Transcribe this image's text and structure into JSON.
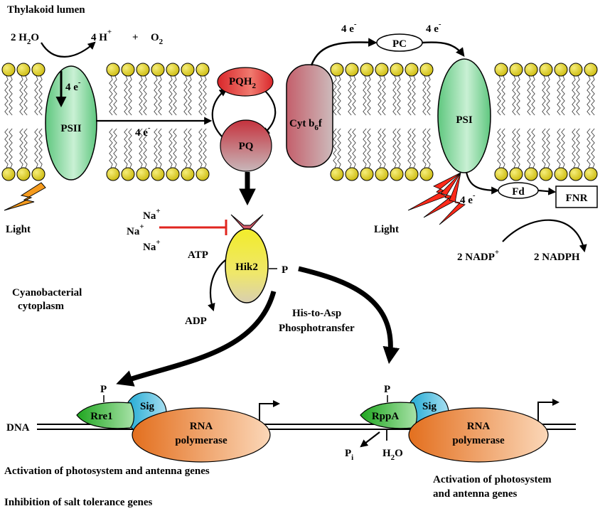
{
  "labels": {
    "lumen": "Thylakoid lumen",
    "cytoplasm_line1": "Cyanobacterial",
    "cytoplasm_line2": "cytoplasm",
    "light_left": "Light",
    "light_right": "Light",
    "water": "2 H",
    "water_sub": "2",
    "water_tail": "O",
    "protons": "4 H",
    "protons_sup": "+",
    "plus": "+",
    "oxygen": "O",
    "oxygen_sub": "2",
    "e_psii": "4 e",
    "e_psii_sup": "-",
    "e_pq": "4 e",
    "e_pq_sup": "-",
    "e_cyt_pc": "4 e",
    "e_cyt_pc_sup": "-",
    "e_pc_psi": "4 e",
    "e_pc_psi_sup": "-",
    "e_psi_fd": "4 e",
    "e_psi_fd_sup": "-",
    "na1": "Na",
    "na2": "Na",
    "na3": "Na",
    "na_sup": "+",
    "atp": "ATP",
    "adp": "ADP",
    "p_hik": "P",
    "his_asp_line1": "His-to-Asp",
    "his_asp_line2": "Phosphotransfer",
    "p_rre1": "P",
    "p_rppa": "P",
    "dna": "DNA",
    "pi": "P",
    "pi_sub": "i",
    "h2o2": "H",
    "h2o2_sub": "2",
    "h2o2_tail": "O",
    "nadp": "2 NADP",
    "nadp_sup": "+",
    "nadph": "2 NADPH",
    "activation_left": "Activation of photosystem and antenna genes",
    "inhibition": "Inhibition of salt tolerance genes",
    "activation_right_line1": "Activation of photosystem",
    "activation_right_line2": "and antenna genes"
  },
  "components": {
    "psii": "PSII",
    "pqh2": "PQH",
    "pqh2_sub": "2",
    "pq": "PQ",
    "cyt_a": "Cyt b",
    "cyt_sub": "6",
    "cyt_b": "f",
    "pc": "PC",
    "psi": "PSI",
    "fd": "Fd",
    "fnr": "FNR",
    "hik2": "Hik2",
    "rre1": "Rre1",
    "sig_left": "Sig",
    "rnap_left_line1": "RNA",
    "rnap_left_line2": "polymerase",
    "rppa": "RppA",
    "sig_right": "Sig",
    "rnap_right_line1": "RNA",
    "rnap_right_line2": "polymerase"
  },
  "colors": {
    "lipid_head": "#e3d51a",
    "psii": "#7fd69b",
    "psi": "#7fd69b",
    "pqh2": "#e0393b",
    "pq": "#c9505a",
    "cyt": "#c98a90",
    "hik2": "#e8e020",
    "rre1": "#2bb52b",
    "sig": "#3ab6d8",
    "rnap": "#f08a3a",
    "inhibit": "#e0251f",
    "flash": "#ff2a1a",
    "flash_left": "#f59b1e"
  }
}
